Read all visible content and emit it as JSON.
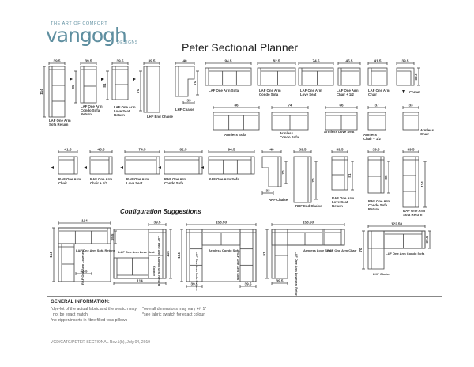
{
  "brand": {
    "tagline": "THE ART OF COMFORT",
    "name": "vangogh",
    "sub": "DESIGNS"
  },
  "title": "Peter Sectional Planner",
  "row1": [
    {
      "name": "LAF One Arm Sofa Return",
      "width": "39.5",
      "depth": "114"
    },
    {
      "name": "LAF One Arm Condo Sofa Return",
      "width": "39.5",
      "depth": "85"
    },
    {
      "name": "LAF One Arm Love Seat Return",
      "width": "39.5",
      "depth": "81"
    },
    {
      "name": "LHF End Chaise",
      "width": "39.5",
      "depth": "70"
    },
    {
      "name": "LHF Chaise",
      "width": "40",
      "depth": "70",
      "extra": "33"
    },
    {
      "name": "LAF One Arm Sofa",
      "width": "94.5"
    },
    {
      "name": "LAF One Arm Condo Sofa",
      "width": "82.5"
    },
    {
      "name": "LAF One Arm Love Seat",
      "width": "74.5"
    },
    {
      "name": "LAF One Arm Chair + 1/2",
      "width": "45.5"
    },
    {
      "name": "LAF One Arm Chair",
      "width": "41.5"
    },
    {
      "name": "Corner",
      "width": "39.5",
      "depth": "39.5"
    }
  ],
  "row2": [
    {
      "name": "Armless Sofa",
      "width": "86"
    },
    {
      "name": "Armless Condo Sofa",
      "width": "74"
    },
    {
      "name": "Armless Love Seat",
      "width": "66"
    },
    {
      "name": "Armless Chair + 1/2",
      "width": "37"
    },
    {
      "name": "Armless Chair",
      "width": "33"
    }
  ],
  "row3": [
    {
      "name": "RAF One Arm Chair",
      "width": "41.5"
    },
    {
      "name": "RAF One Arm Chair + 1/2",
      "width": "45.5"
    },
    {
      "name": "RAF One Arm Love Seat",
      "width": "74.5"
    },
    {
      "name": "RAF One Arm Condo Sofa",
      "width": "82.5"
    },
    {
      "name": "RAF One Arm Sofa",
      "width": "94.5"
    },
    {
      "name": "RHF Chaise",
      "width": "40",
      "depth": "70",
      "extra": "33"
    },
    {
      "name": "RHF End Chaise",
      "width": "39.5",
      "depth": "70"
    },
    {
      "name": "RAF One Arm Love Seat Return",
      "width": "39.5",
      "depth": "81"
    },
    {
      "name": "RAF One Arm Condo Sofa Return",
      "width": "39.5",
      "depth": "85"
    },
    {
      "name": "RAF One Arm Sofa Return",
      "width": "39.5",
      "depth": "114"
    }
  ],
  "config_title": "Configuration Suggestions",
  "configs": [
    {
      "top": "114",
      "side": "114",
      "labels": [
        "LAF One Arm Sofa Return",
        "RAF One Arm Loveseat",
        "39.5",
        "39.5"
      ]
    },
    {
      "top": "39.5",
      "bottom": "114",
      "side": "114",
      "labels": [
        "LAF One Arm Love Seat",
        "LAF One Arm Condo Sofa Return",
        "Corner"
      ]
    },
    {
      "top": "153.50",
      "side": "114",
      "labels": [
        "LAF One Arm Sofa Return",
        "Armless Condo Sofa",
        "RAF One Arm Sofa",
        "39.5",
        "39.5"
      ]
    },
    {
      "top": "153.50",
      "side": "91",
      "labels": [
        "Armless Love Seat",
        "RAF One Arm Chair",
        "LAF One Arm Loveseat Return",
        "39.5"
      ]
    },
    {
      "top": "122.50",
      "side": "70",
      "labels": [
        "LAF One Arm Condo Sofa",
        "LHF Chaise",
        "39.5"
      ]
    }
  ],
  "general_info": {
    "heading": "GENERAL INFORMATION:",
    "left_notes": [
      "*dye-lot of the actual fabric and the swatch may",
      "not be exact match",
      "*no zipper/inserts in fibre filled toss pillows"
    ],
    "right_notes": [
      "*overall dimensions may vary +/- 1\"",
      "*see fabric swatch for exact colour"
    ]
  },
  "footer": "VGD/CATG/PETER SECTIONAL Rev.1(b), July 04, 2019"
}
